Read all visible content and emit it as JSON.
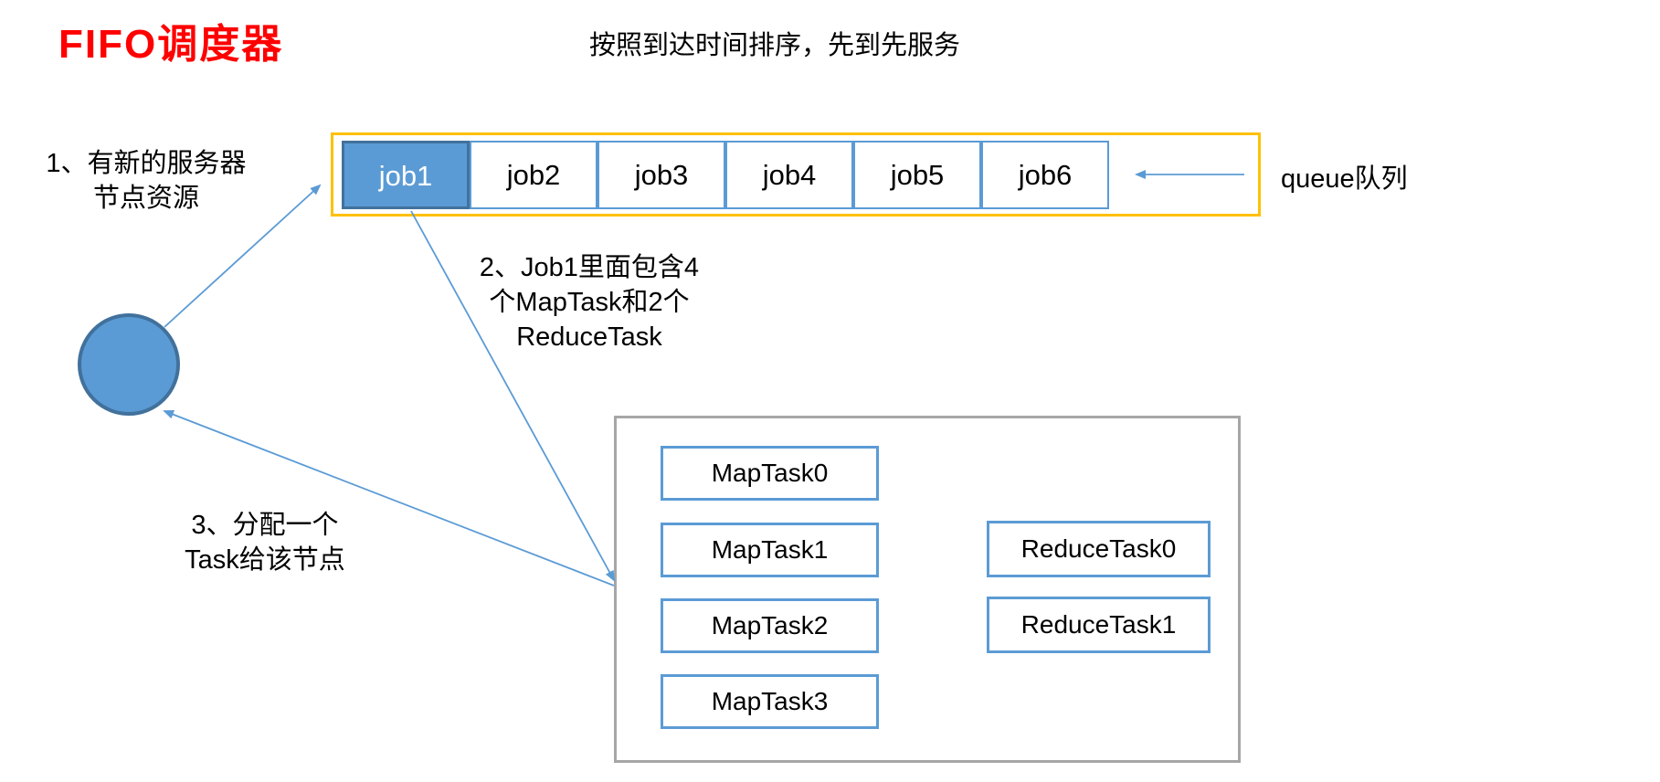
{
  "colors": {
    "accent_blue": "#5B9BD5",
    "accent_blue_dark": "#41719C",
    "queue_border_yellow": "#FFC000",
    "container_border_gray": "#A6A6A6",
    "title_red": "#FF0000",
    "text_black": "#000000"
  },
  "title": "FIFO调度器",
  "subtitle": "按照到达时间排序，先到先服务",
  "queue": {
    "label": "queue队列",
    "jobs": [
      {
        "label": "job1",
        "selected": true
      },
      {
        "label": "job2",
        "selected": false
      },
      {
        "label": "job3",
        "selected": false
      },
      {
        "label": "job4",
        "selected": false
      },
      {
        "label": "job5",
        "selected": false
      },
      {
        "label": "job6",
        "selected": false
      }
    ]
  },
  "annotations": {
    "step1_line1": "1、有新的服务器",
    "step1_line2": "节点资源",
    "step2_line1": "2、Job1里面包含4",
    "step2_line2": "个MapTask和2个",
    "step2_line3": "ReduceTask",
    "step3_line1": "3、分配一个",
    "step3_line2": "Task给该节点"
  },
  "task_container": {
    "map_tasks": [
      "MapTask0",
      "MapTask1",
      "MapTask2",
      "MapTask3"
    ],
    "reduce_tasks": [
      "ReduceTask0",
      "ReduceTask1"
    ]
  }
}
